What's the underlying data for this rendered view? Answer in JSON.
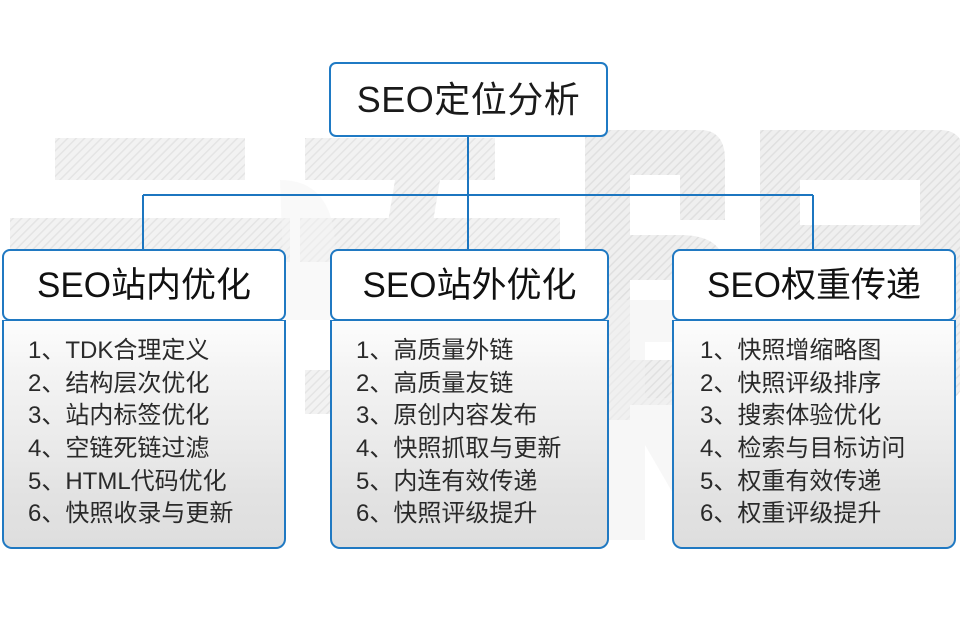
{
  "diagram": {
    "root": {
      "label": "SEO定位分析"
    },
    "branches": [
      {
        "id": "on-site",
        "header": "SEO站内优化",
        "items": [
          "1、TDK合理定义",
          "2、结构层次优化",
          "3、站内标签优化",
          "4、空链死链过滤",
          "5、HTML代码优化",
          "6、快照收录与更新"
        ]
      },
      {
        "id": "off-site",
        "header": "SEO站外优化",
        "items": [
          "1、高质量外链",
          "2、高质量友链",
          "3、原创内容发布",
          "4、快照抓取与更新",
          "5、内连有效传递",
          "6、快照评级提升"
        ]
      },
      {
        "id": "weight",
        "header": "SEO权重传递",
        "items": [
          "1、快照增缩略图",
          "2、快照评级排序",
          "3、搜索体验优化",
          "4、检索与目标访问",
          "5、权重有效传递",
          "6、权重评级提升"
        ]
      }
    ],
    "watermark": {
      "text": "云无限",
      "mark": "R"
    },
    "colors": {
      "border": "#2079c2",
      "connector": "#1c76c0",
      "text": "#1a1a1a",
      "item_text": "#2a2a2a",
      "panel_top": "#fdfdfd",
      "panel_bottom": "#dedede",
      "watermark": "#eeeeee",
      "background": "#ffffff"
    }
  }
}
